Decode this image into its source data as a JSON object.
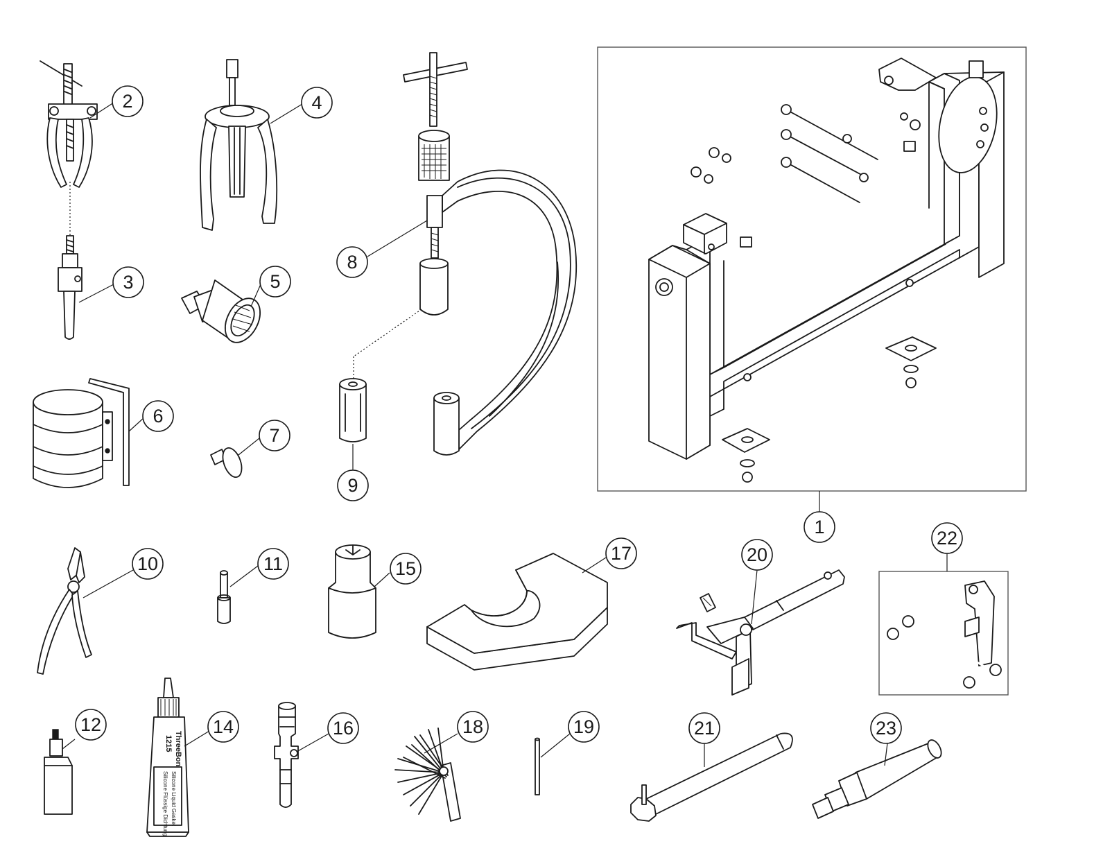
{
  "callouts": {
    "c1": "1",
    "c2": "2",
    "c3": "3",
    "c4": "4",
    "c5": "5",
    "c6": "6",
    "c7": "7",
    "c8": "8",
    "c9": "9",
    "c10": "10",
    "c11": "11",
    "c12": "12",
    "c14": "14",
    "c15": "15",
    "c16": "16",
    "c17": "17",
    "c18": "18",
    "c19": "19",
    "c20": "20",
    "c21": "21",
    "c22": "22",
    "c23": "23"
  },
  "tube_label": {
    "brand": "ThreeBond",
    "code": "1215",
    "line1": "Silicone Liquid Gasket",
    "line2": "Silicone Flüssige Dichtung"
  }
}
